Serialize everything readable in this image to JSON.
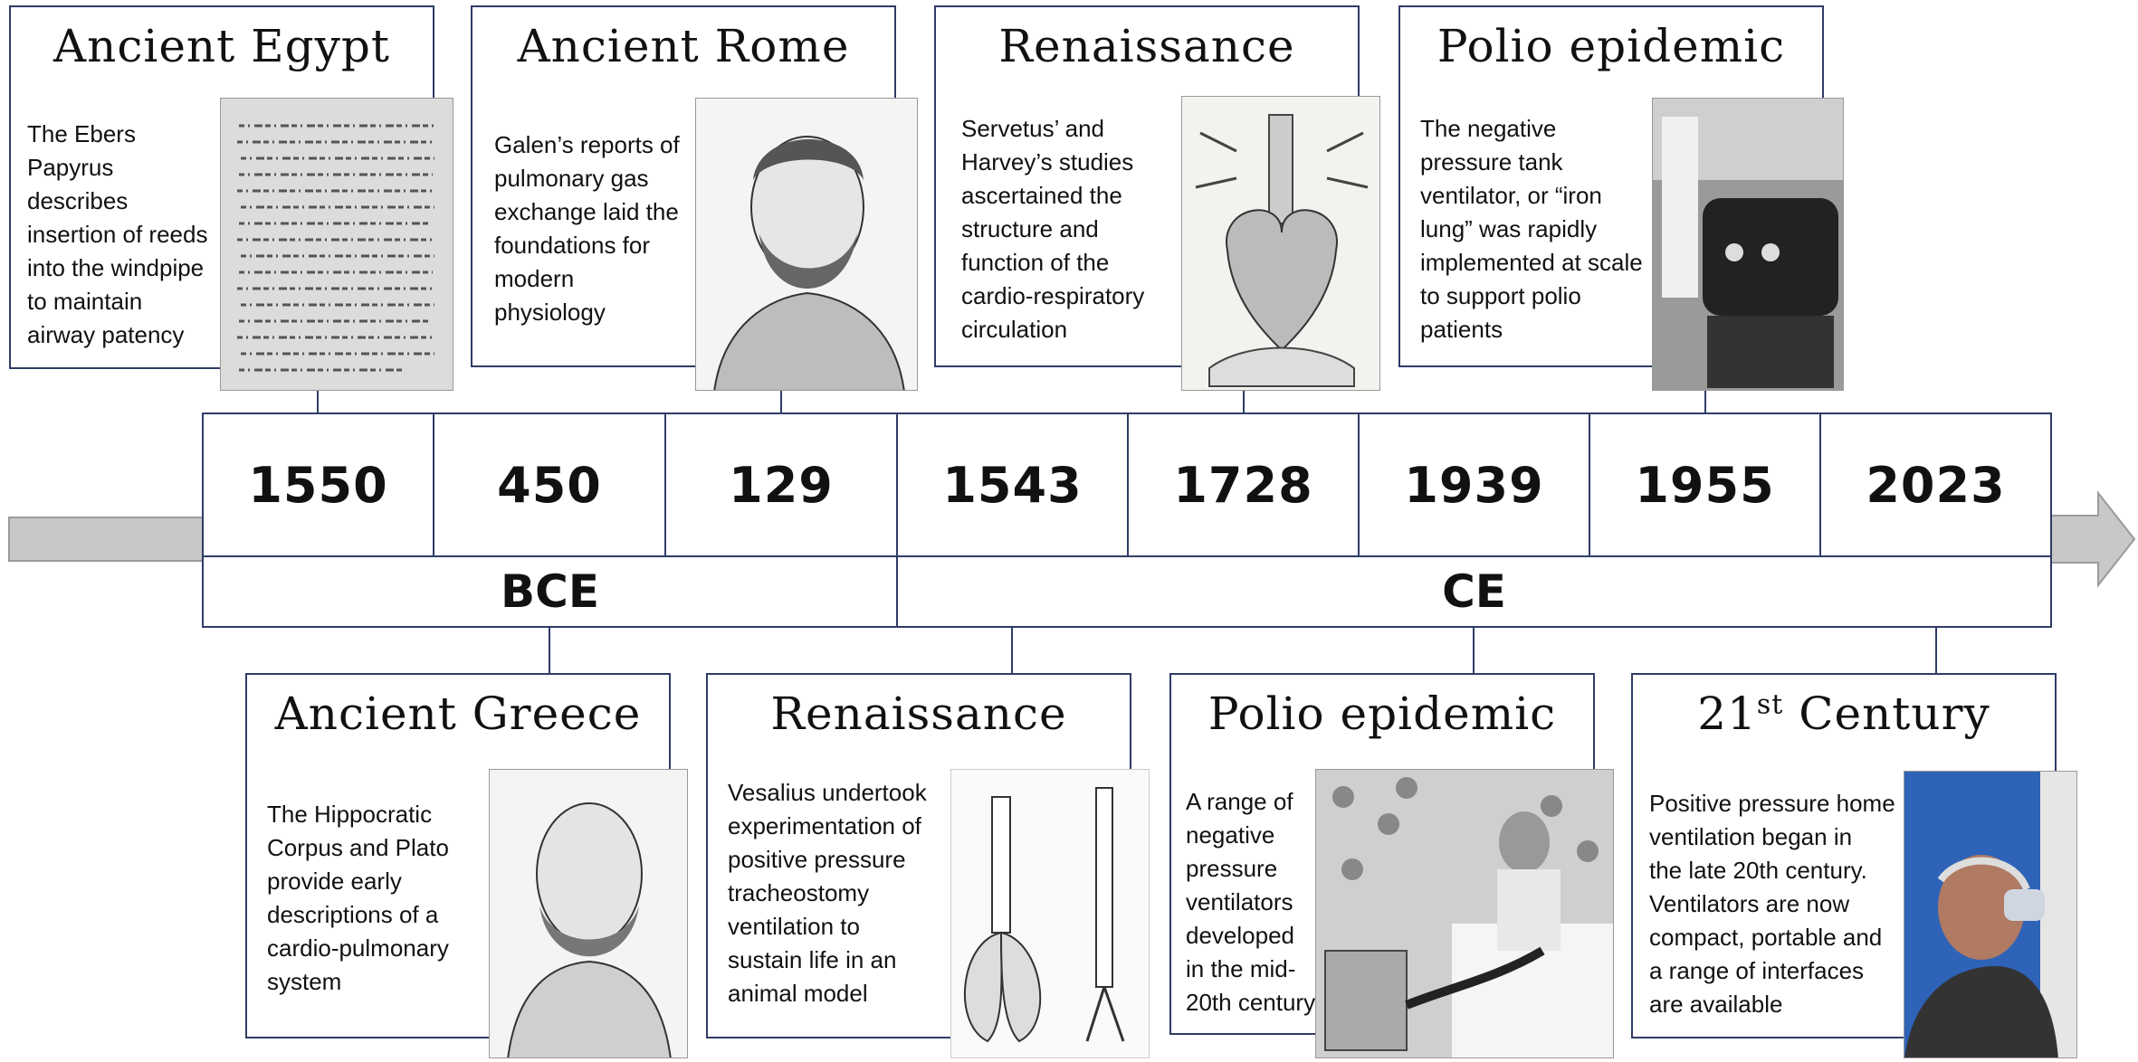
{
  "years": [
    "1550",
    "450",
    "129",
    "1543",
    "1728",
    "1939",
    "1955",
    "2023"
  ],
  "eras": {
    "bce": "BCE",
    "ce": "CE"
  },
  "top_events": [
    {
      "title": "Ancient Egypt",
      "lines": [
        "The Ebers",
        "Papyrus",
        "describes",
        "insertion of reeds",
        "into the windpipe",
        "to maintain",
        "airway patency"
      ],
      "image": "papyrus-image"
    },
    {
      "title": "Ancient Rome",
      "lines": [
        "Galen’s reports of",
        "pulmonary gas",
        "exchange laid the",
        "foundations for",
        "modern",
        "physiology"
      ],
      "image": "galen-portrait"
    },
    {
      "title": "Renaissance",
      "lines": [
        "Servetus’ and",
        "Harvey’s studies",
        "ascertained the",
        "structure and",
        "function of the",
        "cardio-respiratory",
        "circulation"
      ],
      "image": "heart-anatomy-engraving"
    },
    {
      "title": "Polio epidemic",
      "lines": [
        "The negative",
        "pressure tank",
        "ventilator, or “iron",
        "lung” was rapidly",
        "implemented at scale",
        "to support polio",
        "patients"
      ],
      "image": "iron-lung-photo"
    }
  ],
  "bottom_events": [
    {
      "title": "Ancient Greece",
      "lines": [
        "The Hippocratic",
        "Corpus and Plato",
        "provide early",
        "descriptions of a",
        "cardio-pulmonary",
        "system"
      ],
      "image": "hippocrates-bust"
    },
    {
      "title": "Renaissance",
      "lines": [
        "Vesalius undertook",
        "experimentation of",
        "positive pressure",
        "tracheostomy",
        "ventilation to",
        "sustain life in an",
        "animal model"
      ],
      "image": "trachea-lungs-drawing"
    },
    {
      "title": "Polio epidemic",
      "lines": [
        "A range of",
        "negative",
        "pressure",
        "ventilators",
        "developed",
        "in the mid-",
        "20th century"
      ],
      "image": "patient-ventilator-photo"
    },
    {
      "title_main": "21",
      "title_sup": "st",
      "title_rest": " Century",
      "lines": [
        "Positive pressure home",
        "ventilation began in",
        "the late 20th century.",
        "Ventilators are now",
        "compact, portable and",
        "a range of interfaces",
        "are available"
      ],
      "image": "mask-ventilation-photo"
    }
  ],
  "colors": {
    "border": "#2f3c66",
    "arrow": "#c8c8c8"
  }
}
